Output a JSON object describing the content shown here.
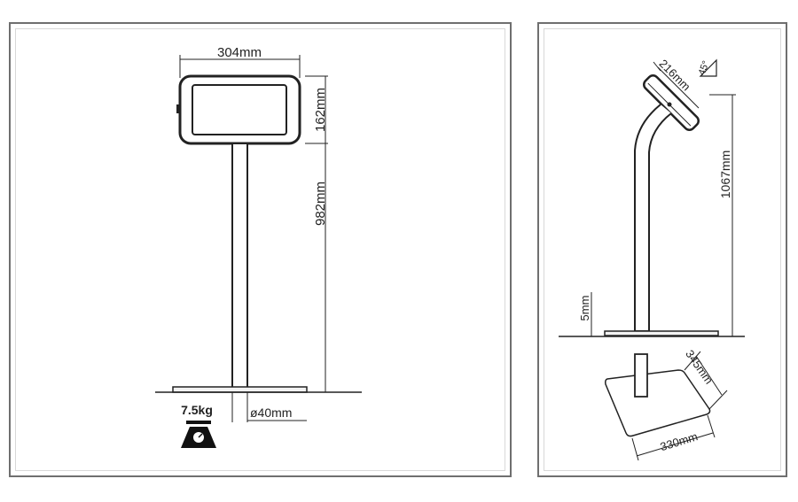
{
  "front_view": {
    "width_label": "304mm",
    "panel_height_label": "162mm",
    "pole_height_label": "982mm",
    "weight_label": "7.5kg",
    "pole_diameter_label": "ø40mm"
  },
  "side_view": {
    "tablet_depth_label": "216mm",
    "angle_label": "45°",
    "total_height_label": "1067mm",
    "base_thickness_label": "5mm",
    "base_length_label": "345mm",
    "base_width_label": "330mm"
  },
  "colors": {
    "line": "#222222",
    "border": "#6f6f6f",
    "base_fill": "#f2f2f2"
  }
}
